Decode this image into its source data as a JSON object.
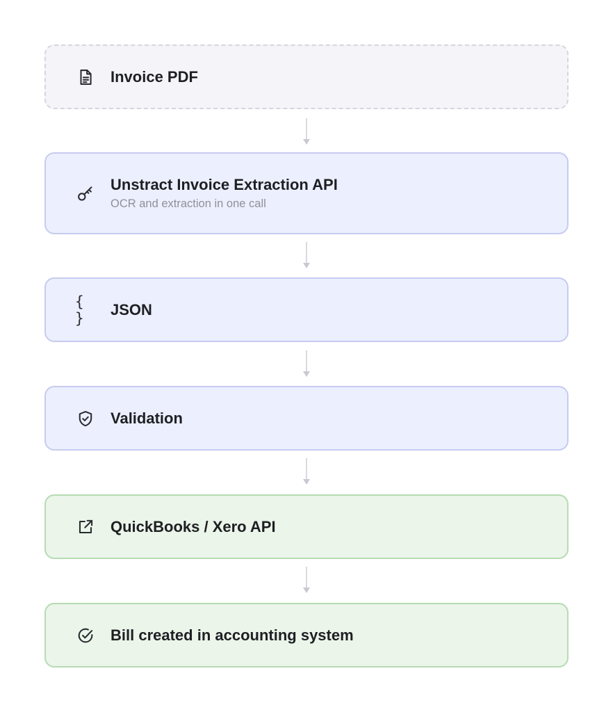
{
  "flow": {
    "steps": [
      {
        "title": "Invoice PDF",
        "icon": "document-icon"
      },
      {
        "title": "Unstract Invoice Extraction API",
        "subtitle": "OCR and extraction in one call",
        "icon": "key-icon"
      },
      {
        "title": "JSON",
        "icon": "braces-icon",
        "glyph": "{ }"
      },
      {
        "title": "Validation",
        "icon": "shield-check-icon"
      },
      {
        "title": "QuickBooks / Xero API",
        "icon": "external-link-icon"
      },
      {
        "title": "Bill created in accounting system",
        "icon": "check-circle-icon"
      }
    ]
  },
  "colors": {
    "start_fill": "#f5f4f9",
    "start_border": "#d6d5de",
    "process_fill": "#eceffd",
    "process_border": "#c7cbef",
    "output_fill": "#ebf5ea",
    "output_border": "#b6dbb3",
    "connector": "#d9d9df"
  }
}
